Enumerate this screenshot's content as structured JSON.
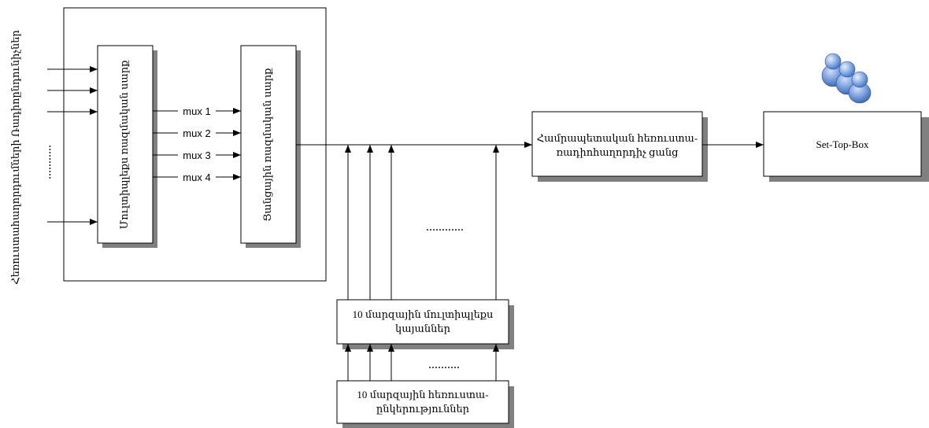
{
  "input_label": "Հեռուստահաղորդումների Ռադիոընդունիչներ",
  "input_dots": "...........",
  "multiplexer_label": "Մուլտիպլեքս ռազմական սարք",
  "combiner_label": "Ցանցային ռազմական սարք",
  "mux_labels": [
    "mux 1",
    "mux 2",
    "mux 3",
    "mux 4"
  ],
  "middle_dots": "............",
  "lower_dots": "..........",
  "network_box": {
    "line1": "Համրապետական հեռուստա-",
    "line2": "ռադիոհաղորդիչ ցանց"
  },
  "stb_box": "Set-Top-Box",
  "regional_mux_box": {
    "line1": "10 մարզային մուլտիպլեքս",
    "line2": "կայաններ"
  },
  "regional_tv_box": {
    "line1": "10 մարզային հեռուստա-",
    "line2": "ընկերություններ"
  },
  "users_icon": "users-icon",
  "colors": {
    "line": "#000000",
    "box_fill": "#ffffff",
    "shadow": "#808080",
    "user_blue": "#4a7fd0"
  }
}
